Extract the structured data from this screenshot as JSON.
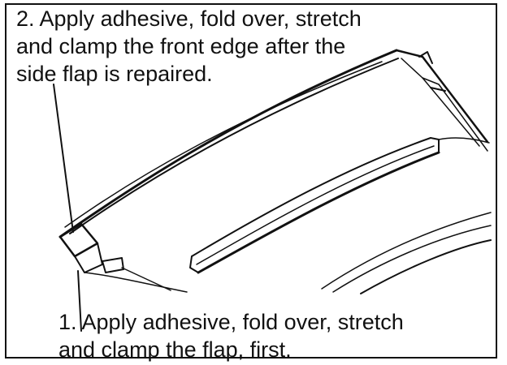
{
  "callout_2": {
    "lines": [
      "2. Apply adhesive, fold over, stretch",
      "and clamp the front edge after the",
      "side flap is repaired."
    ]
  },
  "callout_1": {
    "lines": [
      "1. Apply adhesive, fold over, stretch",
      "and clamp the flap, first."
    ]
  },
  "colors": {
    "ink": "#111111",
    "paper": "#ffffff"
  }
}
